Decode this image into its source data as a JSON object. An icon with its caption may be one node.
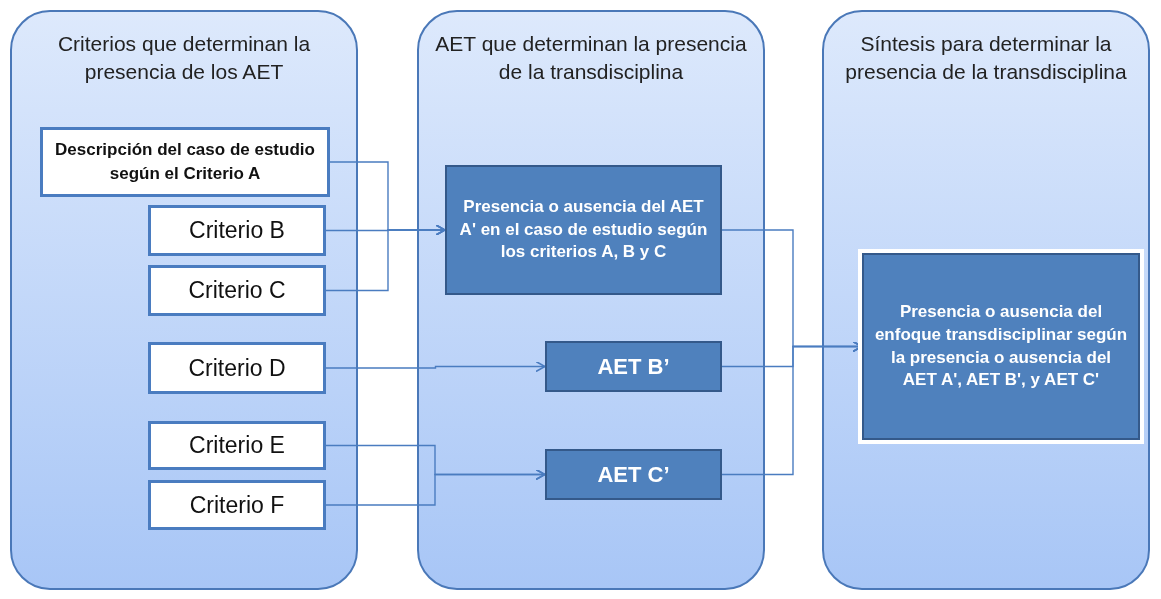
{
  "diagram": {
    "nodes": [
      {
        "text": [
          "Criterios que determinan la presencia de los AET"
        ]
      },
      {
        "text": [
          "AET que determinan la presencia de la transdisciplina"
        ]
      },
      {
        "text": [
          "Síntesis para determinar la presencia de la transdisciplina"
        ]
      },
      {
        "text": [
          "Descripción del caso de estudio según el Criterio A"
        ],
        "in": 0
      },
      {
        "text": [
          "Criterio B"
        ],
        "in": 0
      },
      {
        "text": [
          "Criterio C"
        ],
        "in": 0
      },
      {
        "text": [
          "Criterio D"
        ],
        "in": 0
      },
      {
        "text": [
          "Criterio E"
        ],
        "in": 0
      },
      {
        "text": [
          "Criterio F"
        ],
        "in": 0
      },
      {
        "text": [
          "Presencia o ausencia del AET A' en el caso de estudio según los criterios A, B y C"
        ],
        "in": 1
      },
      {
        "text": [
          "AET B’"
        ],
        "in": 1
      },
      {
        "text": [
          "AET C’"
        ],
        "in": 1
      },
      {
        "text": [
          "Presencia o ausencia del enfoque transdisciplinar según la presencia o ausencia del AET A', AET B', y AET C'"
        ],
        "in": 2
      }
    ],
    "edges": [
      {
        "from": 3,
        "to": 9,
        "arrow": "to"
      },
      {
        "from": 4,
        "to": 9,
        "arrow": "to"
      },
      {
        "from": 5,
        "to": 9,
        "arrow": "to"
      },
      {
        "from": 6,
        "to": 10,
        "arrow": "to"
      },
      {
        "from": 7,
        "to": 11,
        "arrow": "to"
      },
      {
        "from": 8,
        "to": 11,
        "arrow": "to"
      },
      {
        "from": 9,
        "to": 12,
        "arrow": "to"
      },
      {
        "from": 10,
        "to": 12,
        "arrow": "to"
      },
      {
        "from": 11,
        "to": 12,
        "arrow": "to"
      }
    ]
  }
}
